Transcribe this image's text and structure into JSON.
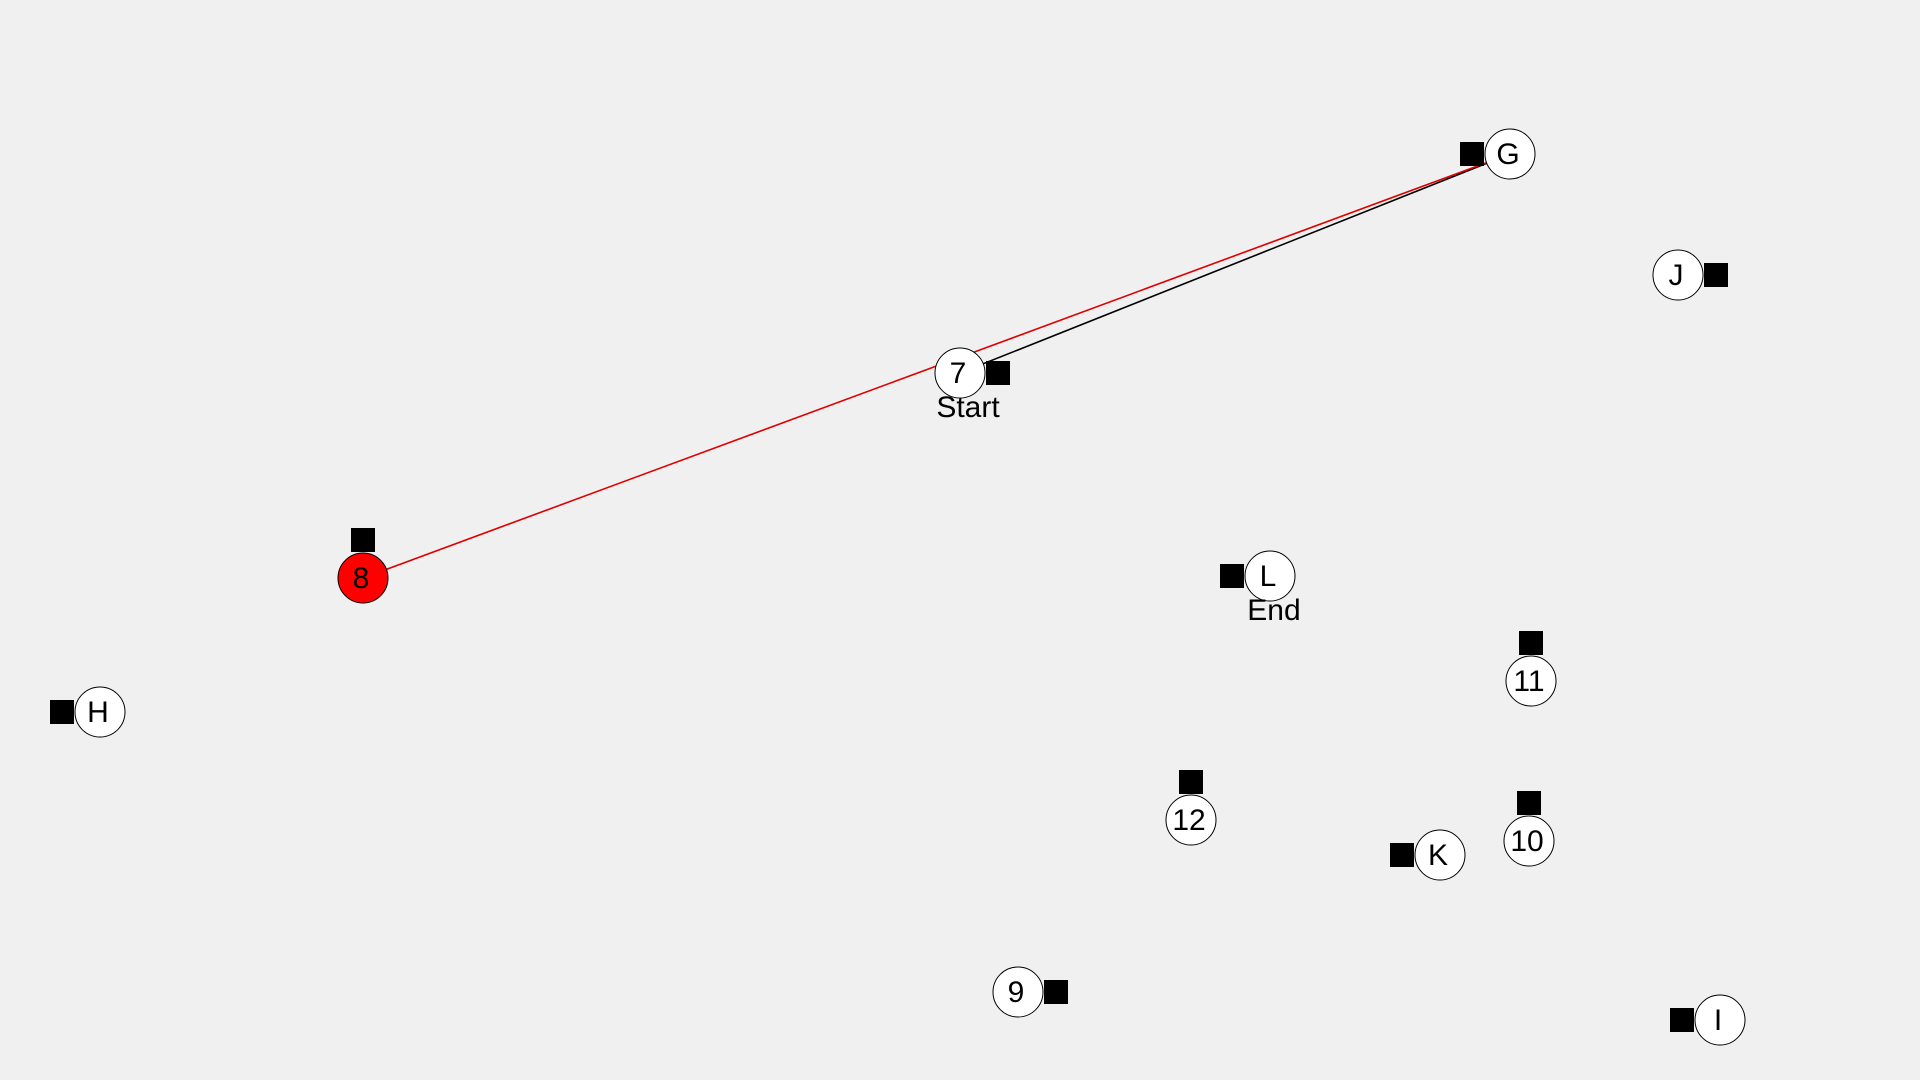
{
  "game": {
    "nodes": [
      {
        "id": "7",
        "label": "7",
        "state": "normal",
        "tag": "Start"
      },
      {
        "id": "G",
        "label": "G",
        "state": "normal"
      },
      {
        "id": "J",
        "label": "J",
        "state": "normal"
      },
      {
        "id": "8",
        "label": "8",
        "state": "selected"
      },
      {
        "id": "L",
        "label": "L",
        "state": "normal",
        "tag": "End"
      },
      {
        "id": "H",
        "label": "H",
        "state": "normal"
      },
      {
        "id": "11",
        "label": "11",
        "state": "normal"
      },
      {
        "id": "12",
        "label": "12",
        "state": "normal"
      },
      {
        "id": "10",
        "label": "10",
        "state": "normal"
      },
      {
        "id": "K",
        "label": "K",
        "state": "normal"
      },
      {
        "id": "9",
        "label": "9",
        "state": "normal"
      },
      {
        "id": "I",
        "label": "I",
        "state": "normal"
      }
    ],
    "paths": [
      {
        "from": "7",
        "to": "G",
        "color": "#000000"
      },
      {
        "from": "G",
        "to": "8",
        "color": "#e00000"
      }
    ]
  },
  "colors": {
    "background": "#f0f0f0",
    "node_fill": "#ffffff",
    "selected_fill": "#ff0000",
    "marker": "#000000"
  },
  "icons": {
    "marker": "black-square-marker-icon"
  }
}
